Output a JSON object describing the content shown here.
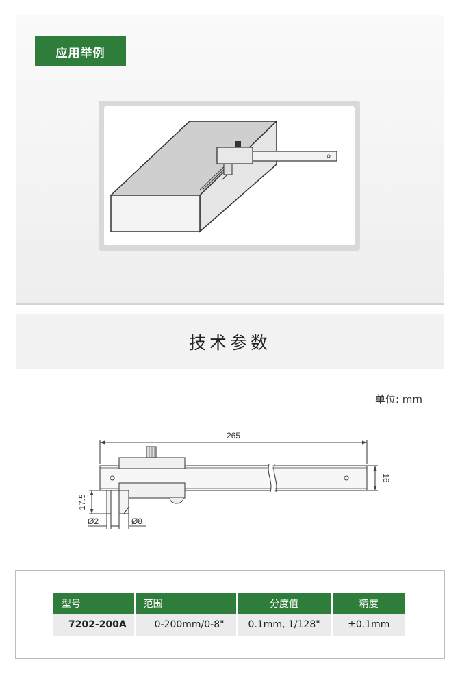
{
  "usage_section": {
    "badge": "应用举例"
  },
  "spec_section": {
    "title": "技术参数",
    "unit": "单位: mm"
  },
  "drawing": {
    "length": "265",
    "height": "16",
    "depth": "17.5",
    "dia_small": "Ø2",
    "dia_large": "Ø8"
  },
  "table": {
    "headers": [
      "型号",
      "范围",
      "分度值",
      "精度"
    ],
    "rows": [
      [
        "7202-200A",
        "0-200mm/0-8\"",
        "0.1mm, 1/128\"",
        "±0.1mm"
      ]
    ]
  },
  "colors": {
    "accent": "#2e7d3a",
    "band": "#f2f2f2"
  }
}
